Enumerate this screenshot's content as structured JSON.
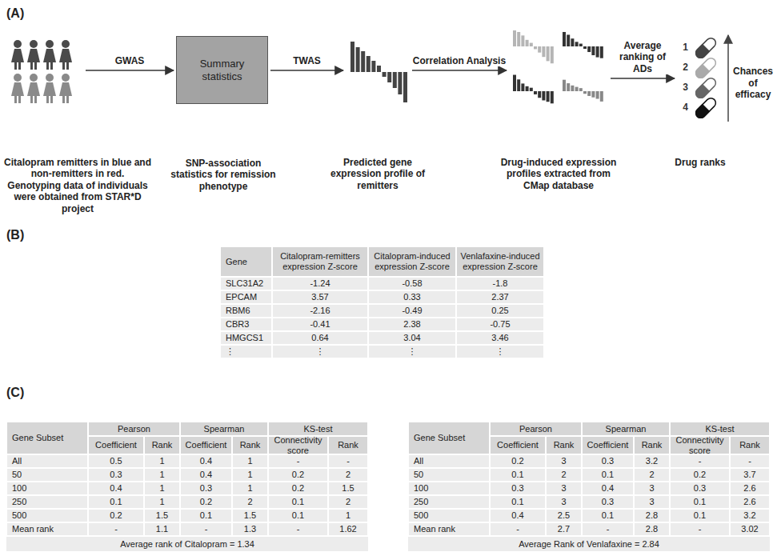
{
  "diagram": {
    "nodes": [
      {
        "text": [
          "Citalopram remitters in blue and non-remitters in red. Genotyping data of individuals were obtained from STAR*D project"
        ]
      },
      {
        "text": [
          "Summary statistics",
          "SNP-association statistics for remission phenotype"
        ]
      },
      {
        "text": [
          "Predicted gene expression profile of remitters"
        ]
      },
      {
        "text": [
          "Drug-induced expression profiles extracted from CMap database"
        ]
      },
      {
        "text": [
          "Drug ranks"
        ]
      }
    ],
    "edges": [
      {
        "from": 0,
        "to": 1,
        "label": "GWAS",
        "arrow": "to"
      },
      {
        "from": 1,
        "to": 2,
        "label": "TWAS",
        "arrow": "to"
      },
      {
        "from": 2,
        "to": 3,
        "label": "Correlation Analysis",
        "arrow": "to"
      },
      {
        "from": 3,
        "to": 4,
        "label": "Average ranking of ADs",
        "arrow": "to"
      }
    ],
    "labels": [
      "(A)",
      "1",
      "2",
      "3",
      "4",
      "Chances of efficacy",
      "(B)",
      "Gene",
      "Citalopram-remitters expression Z-score",
      "Citalopram-induced expression Z-score",
      "Venlafaxine-induced expression Z-score",
      "SLC31A2",
      "-1.24",
      "-0.58",
      "-1.8",
      "EPCAM",
      "3.57",
      "0.33",
      "2.37",
      "RBM6",
      "-2.16",
      "-0.49",
      "0.25",
      "CBR3",
      "-0.41",
      "2.38",
      "-0.75",
      "HMGCS1",
      "0.64",
      "3.04",
      "3.46",
      "⋮",
      "⋮",
      "⋮",
      "⋮",
      "(C)",
      "Gene Subset",
      "Pearson",
      "Spearman",
      "KS-test",
      "Coefficient",
      "Rank",
      "Coefficient",
      "Rank",
      "Connectivity score",
      "Rank",
      "All",
      "0.5",
      "1",
      "0.4",
      "1",
      "-",
      "-",
      "50",
      "0.3",
      "1",
      "0.4",
      "1",
      "0.2",
      "2",
      "100",
      "0.4",
      "1",
      "0.3",
      "1",
      "0.2",
      "1.5",
      "250",
      "0.1",
      "1",
      "0.2",
      "2",
      "0.1",
      "2",
      "500",
      "0.2",
      "1.5",
      "0.1",
      "1.5",
      "0.1",
      "1",
      "Mean rank",
      "-",
      "1.1",
      "-",
      "1.3",
      "-",
      "1.62",
      "Average rank of Citalopram = 1.34",
      "Gene Subset",
      "Pearson",
      "Spearman",
      "KS-test",
      "Coefficient",
      "Rank",
      "Coefficient",
      "Rank",
      "Connectivity score",
      "Rank",
      "All",
      "0.2",
      "3",
      "0.3",
      "3.2",
      "-",
      "-",
      "50",
      "0.1",
      "2",
      "0.1",
      "2",
      "0.2",
      "3.7",
      "100",
      "0.3",
      "3",
      "0.4",
      "3",
      "0.3",
      "2.6",
      "250",
      "0.1",
      "3",
      "0.3",
      "3",
      "0.1",
      "2.6",
      "500",
      "0.4",
      "2.5",
      "0.1",
      "2.8",
      "0.1",
      "3.2",
      "Mean rank",
      "-",
      "2.7",
      "-",
      "2.8",
      "-",
      "3.02",
      "Average Rank of Venlafaxine = 2.84"
    ]
  }
}
